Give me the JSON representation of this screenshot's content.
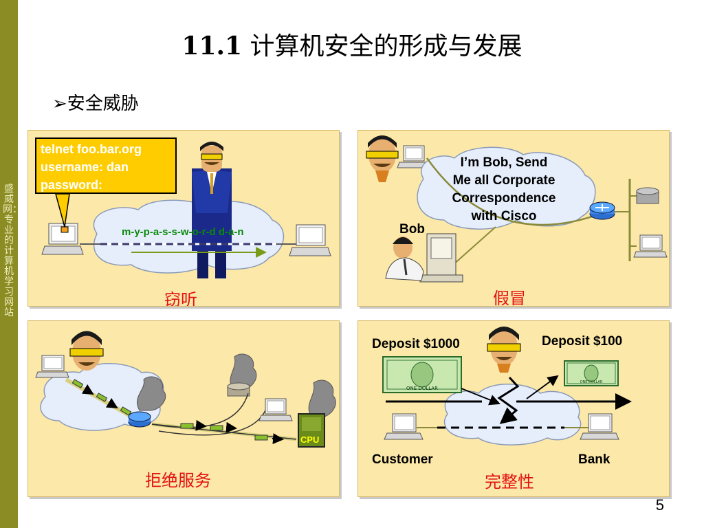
{
  "sidebar": {
    "text": "盛威网：专业的计算机学习网站"
  },
  "header": {
    "title_num": "11.1",
    "title_text": " 计算机安全的形成与发展"
  },
  "bullet": {
    "marker": "➢",
    "text": "安全威胁"
  },
  "panels": {
    "eavesdrop": {
      "callout": [
        "telnet foo.bar.org",
        "username: dan",
        "password:"
      ],
      "stream": "m-y-p-a-s-s-w-o-r-d d-a-n",
      "caption": "窃听"
    },
    "spoof": {
      "message": [
        "I’m Bob, Send",
        "Me all Corporate",
        "Correspondence",
        "with Cisco"
      ],
      "bob_label": "Bob",
      "caption": "假冒"
    },
    "dos": {
      "cpu_label": "CPU",
      "caption": "拒绝服务"
    },
    "integrity": {
      "deposit_left": "Deposit $1000",
      "deposit_right": "Deposit $100",
      "customer": "Customer",
      "bank": "Bank",
      "bill_text": "ONE DOLLAR",
      "caption": "完整性"
    }
  },
  "page_number": "5",
  "colors": {
    "sidebar": "#8c8c25",
    "panel": "#fce8a8",
    "caption": "#e21212",
    "callout": "#ffcc00",
    "stream": "#0a8a0a"
  }
}
